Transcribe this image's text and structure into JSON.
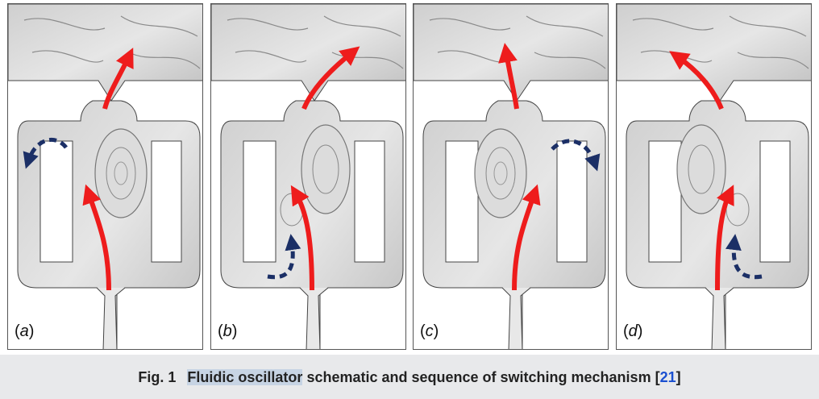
{
  "panels": [
    {
      "id": "a",
      "label": "a"
    },
    {
      "id": "b",
      "label": "b"
    },
    {
      "id": "c",
      "label": "c"
    },
    {
      "id": "d",
      "label": "d"
    }
  ],
  "caption": {
    "fig_number": "Fig. 1",
    "highlighted_text": "Fluidic oscillator",
    "text": " schematic and sequence of switching mechanism [",
    "reference": "21",
    "closing": "]"
  },
  "colors": {
    "jet_arrow": "#ee1c1c",
    "feedback_arrow": "#1b2f66",
    "fluid": "#d4d4d4",
    "wall": "#ffffff"
  }
}
